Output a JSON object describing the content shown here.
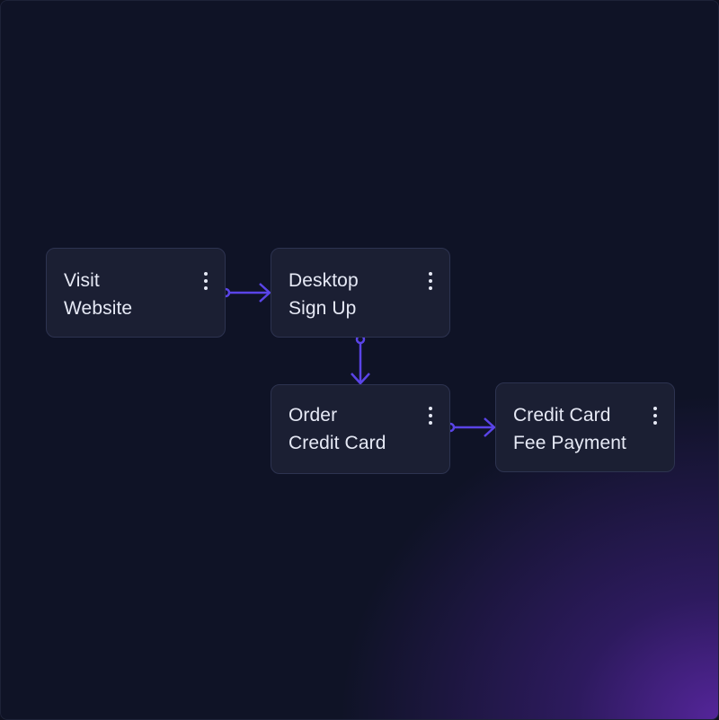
{
  "colors": {
    "background": "#0f1326",
    "node_fill": "#1b1f33",
    "node_border": "#2d3350",
    "text": "#e6e9f5",
    "connector": "#5a44e8",
    "glow": "#4a22a0"
  },
  "nodes": [
    {
      "id": "visit-website",
      "line1": "Visit",
      "line2": "Website",
      "menu_icon": "more-vertical-icon"
    },
    {
      "id": "desktop-sign-up",
      "line1": "Desktop",
      "line2": "Sign Up",
      "menu_icon": "more-vertical-icon"
    },
    {
      "id": "order-credit-card",
      "line1": "Order",
      "line2": "Credit Card",
      "menu_icon": "more-vertical-icon"
    },
    {
      "id": "credit-card-fee-payment",
      "line1": "Credit Card",
      "line2": "Fee Payment",
      "menu_icon": "more-vertical-icon"
    }
  ],
  "edges": [
    {
      "from": "visit-website",
      "to": "desktop-sign-up",
      "direction": "right"
    },
    {
      "from": "desktop-sign-up",
      "to": "order-credit-card",
      "direction": "down"
    },
    {
      "from": "order-credit-card",
      "to": "credit-card-fee-payment",
      "direction": "right"
    }
  ]
}
